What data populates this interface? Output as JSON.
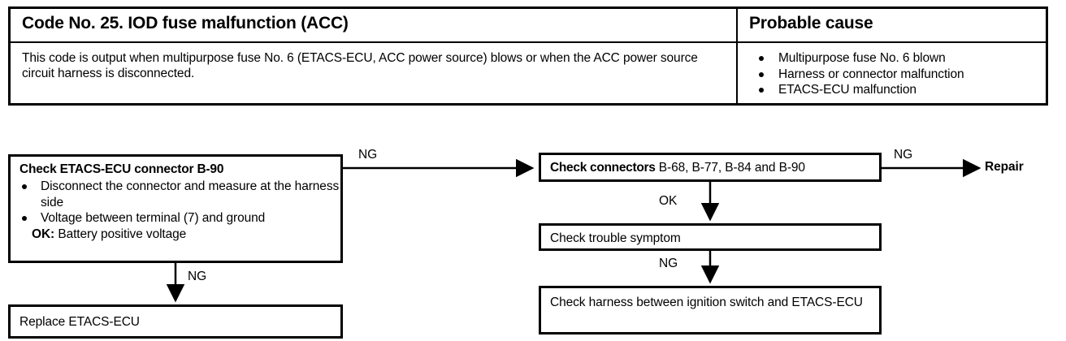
{
  "header_table": {
    "columns": [
      {
        "header": "Code No. 25. IOD fuse malfunction (ACC)"
      },
      {
        "header": "Probable cause"
      }
    ],
    "description": "This code is output when multipurpose fuse No. 6 (ETACS-ECU, ACC power source) blows or when the ACC power source circuit harness is disconnected.",
    "probable_causes": [
      "Multipurpose fuse No. 6 blown",
      "Harness or connector malfunction",
      "ETACS-ECU malfunction"
    ]
  },
  "flowchart": {
    "check_b90": {
      "title": "Check ETACS-ECU connector B-90",
      "steps": [
        "Disconnect the connector and measure at the harness side",
        "Voltage between terminal (7) and ground"
      ],
      "ok_label": "OK:",
      "ok_value": "Battery positive voltage"
    },
    "replace_ecu": "Replace ETACS-ECU",
    "check_connectors": {
      "lead": "Check connectors",
      "rest": " B-68, B-77, B-84 and B-90"
    },
    "check_symptom": "Check trouble symptom",
    "check_harness": "Check harness between ignition switch and ETACS-ECU",
    "repair": "Repair",
    "labels": {
      "ng_left": "NG",
      "ng_down_left": "NG",
      "ok_right": "OK",
      "ng_down_right": "NG",
      "ng_repair": "NG"
    }
  }
}
